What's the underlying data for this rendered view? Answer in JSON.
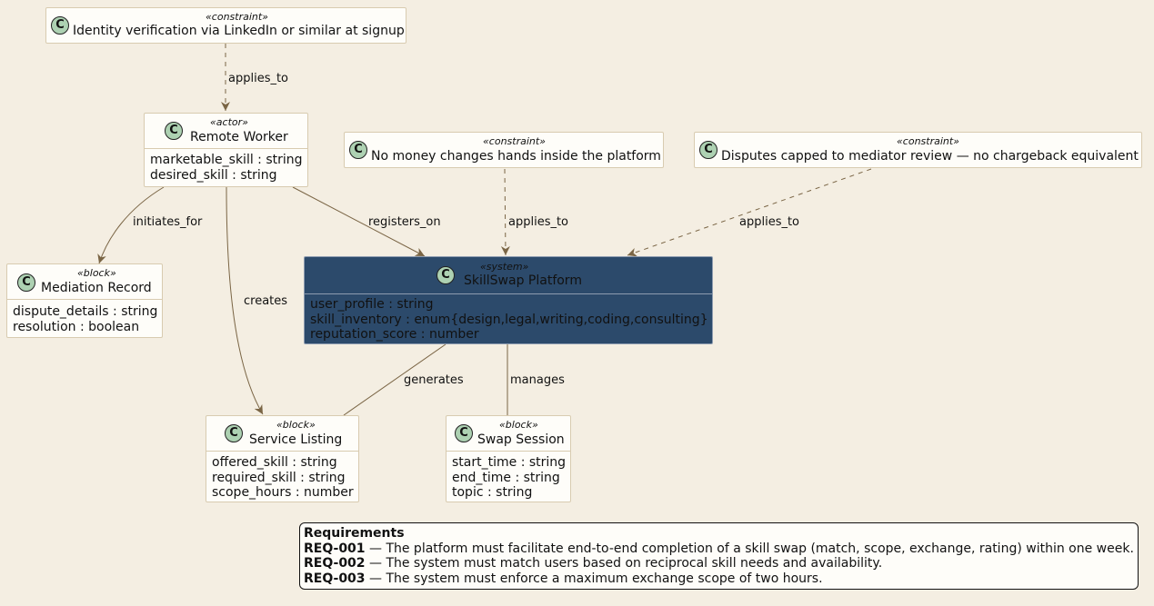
{
  "boxes": {
    "identity_constraint": {
      "stereotype": "«constraint»",
      "name": "Identity verification via LinkedIn or similar at signup",
      "icon": "C"
    },
    "remote_worker": {
      "stereotype": "«actor»",
      "name": "Remote Worker",
      "icon": "C",
      "attributes": [
        "marketable_skill : string",
        "desired_skill : string"
      ]
    },
    "no_money_constraint": {
      "stereotype": "«constraint»",
      "name": "No money changes hands inside the platform",
      "icon": "C"
    },
    "disputes_constraint": {
      "stereotype": "«constraint»",
      "name": "Disputes capped to mediator review — no chargeback equivalent",
      "icon": "C"
    },
    "mediation_record": {
      "stereotype": "«block»",
      "name": "Mediation Record",
      "icon": "C",
      "attributes": [
        "dispute_details : string",
        "resolution : boolean"
      ]
    },
    "skillswap_platform": {
      "stereotype": "«system»",
      "name": "SkillSwap Platform",
      "icon": "C",
      "attributes": [
        "user_profile : string",
        "skill_inventory : enum{design,legal,writing,coding,consulting}",
        "reputation_score : number"
      ]
    },
    "service_listing": {
      "stereotype": "«block»",
      "name": "Service Listing",
      "icon": "C",
      "attributes": [
        "offered_skill : string",
        "required_skill : string",
        "scope_hours : number"
      ]
    },
    "swap_session": {
      "stereotype": "«block»",
      "name": "Swap Session",
      "icon": "C",
      "attributes": [
        "start_time : string",
        "end_time : string",
        "topic : string"
      ]
    }
  },
  "edges": {
    "identity_applies_to": "applies_to",
    "no_money_applies_to": "applies_to",
    "disputes_applies_to": "applies_to",
    "initiates_for": "initiates_for",
    "creates": "creates",
    "registers_on": "registers_on",
    "generates": "generates",
    "manages": "manages"
  },
  "requirements": {
    "title": "Requirements",
    "items": [
      {
        "id": "REQ-001",
        "text": " — The platform must facilitate end-to-end completion of a skill swap (match, scope, exchange, rating) within one week."
      },
      {
        "id": "REQ-002",
        "text": " — The system must match users based on reciprocal skill needs and availability."
      },
      {
        "id": "REQ-003",
        "text": " — The system must enforce a maximum exchange scope of two hours."
      }
    ]
  },
  "colors": {
    "background": "#F4EEE2",
    "box_fill": "#FEFDF9",
    "box_border": "#D8CBB0",
    "system_fill": "#2C4A6B",
    "class_icon": "#ADD1B2",
    "edge": "#7A6545"
  }
}
